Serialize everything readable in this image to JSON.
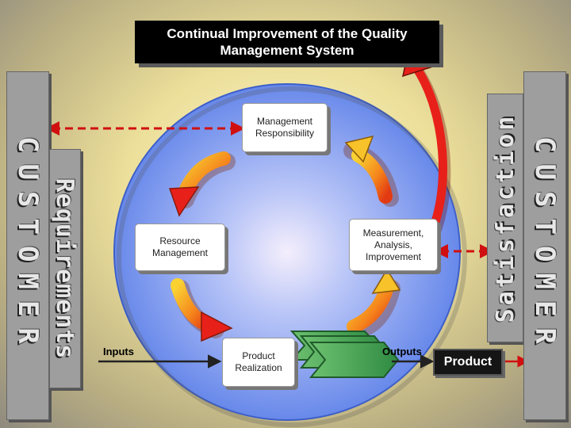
{
  "title": {
    "line1": "Continual Improvement of the Quality",
    "line2": "Management System"
  },
  "left_bar": {
    "text": "CUSTOMER"
  },
  "left_inner_bar": {
    "text": "Requirements"
  },
  "right_bar": {
    "text": "CUSTOMER"
  },
  "right_inner_bar": {
    "text": "Satisfaction"
  },
  "processes": {
    "management": {
      "line1": "Management",
      "line2": "Responsibility"
    },
    "resource": {
      "line1": "Resource",
      "line2": "Management"
    },
    "measurement": {
      "line1": "Measurement,",
      "line2": "Analysis,",
      "line3": "Improvement"
    },
    "product_realization": {
      "line1": "Product",
      "line2": "Realization"
    }
  },
  "labels": {
    "inputs": "Inputs",
    "outputs": "Outputs",
    "product": "Product"
  },
  "colors": {
    "circle": "#6f8ff0",
    "arrow_red": "#e8201a",
    "arrow_orange": "#f58a1c",
    "arrow_yellow": "#f7c22a",
    "chevron_green": "#3f9b4f",
    "dashed_arrow": "#d01010"
  }
}
